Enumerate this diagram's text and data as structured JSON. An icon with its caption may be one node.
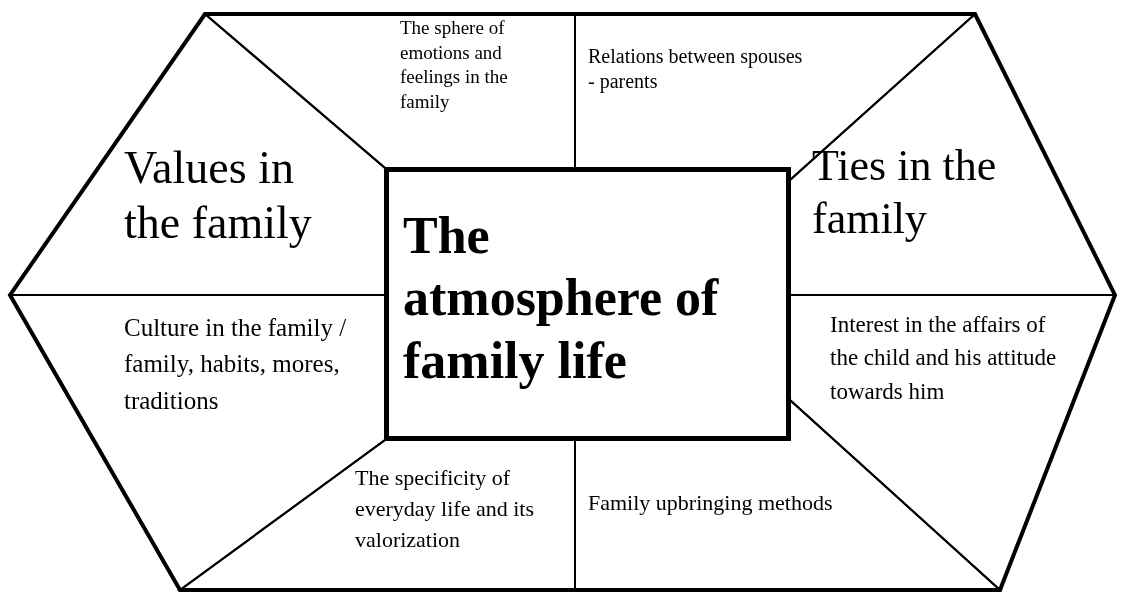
{
  "diagram": {
    "nodes": [
      {
        "text": [
          "The sphere of emotions and feelings in the family"
        ]
      },
      {
        "text": [
          "Relations between spouses - parents"
        ]
      },
      {
        "text": [
          "Values in the family"
        ]
      },
      {
        "text": [
          "The atmosphere of family life"
        ]
      },
      {
        "text": [
          "Ties in the family"
        ]
      },
      {
        "text": [
          "Culture in the family / family, habits, mores, traditions"
        ]
      },
      {
        "text": [
          "Interest in the affairs of the child and his attitude towards him"
        ]
      },
      {
        "text": [
          "The specificity of everyday life and its valorization"
        ]
      },
      {
        "text": [
          "Family upbringing methods"
        ]
      }
    ],
    "edges": []
  }
}
